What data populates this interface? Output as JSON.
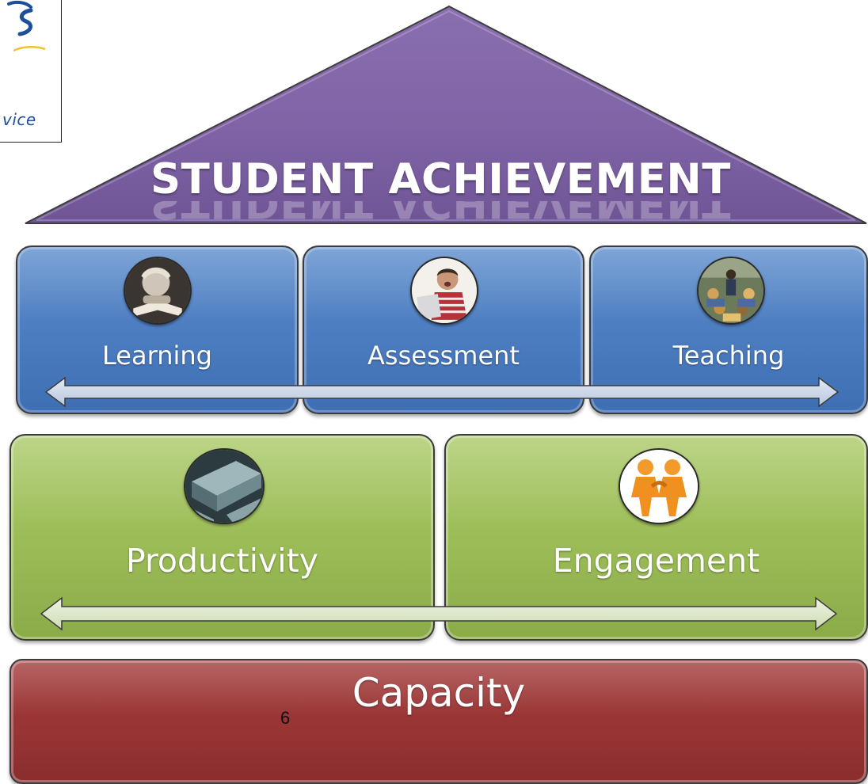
{
  "logo": {
    "text": "vice",
    "mark_icon": "district-logo-mark",
    "mark_color": "#1e4f9a",
    "swoosh_color": "#f2c230"
  },
  "roof": {
    "title": "STUDENT ACHIEVEMENT",
    "color": "#8064a2"
  },
  "top_row": {
    "color": "#4f81bd",
    "items": [
      {
        "label": "Learning",
        "icon": "child-reading-photo-icon"
      },
      {
        "label": "Assessment",
        "icon": "child-laptop-photo-icon"
      },
      {
        "label": "Teaching",
        "icon": "classroom-photo-icon"
      }
    ],
    "connector": "double-arrow-icon"
  },
  "middle_row": {
    "color": "#9bbb59",
    "items": [
      {
        "label": "Productivity",
        "icon": "keyboard-key-photo-icon"
      },
      {
        "label": "Engagement",
        "icon": "people-collaborating-icon"
      }
    ],
    "connector": "double-arrow-icon"
  },
  "foundation": {
    "label": "Capacity",
    "color": "#953735"
  },
  "page_number": "6"
}
